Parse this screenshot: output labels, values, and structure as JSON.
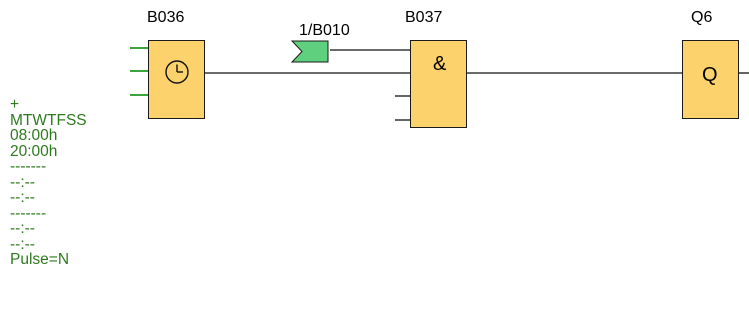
{
  "blocks": {
    "timer": {
      "id": "B036"
    },
    "and": {
      "id": "B037",
      "symbol": "&"
    },
    "output": {
      "id": "Q6",
      "symbol": "Q"
    }
  },
  "connector_flag": {
    "label": "1/B010",
    "color": "#5fd07e"
  },
  "timer_params": [
    "+",
    "MTWTFSS",
    "08:00h",
    "20:00h",
    "-------",
    "--:--",
    "--:--",
    "-------",
    "--:--",
    "--:--",
    "Pulse=N"
  ],
  "colors": {
    "block_fill": "#fbd26b",
    "param_text": "#2d7a1e",
    "input_stub": "#3aa53a"
  }
}
